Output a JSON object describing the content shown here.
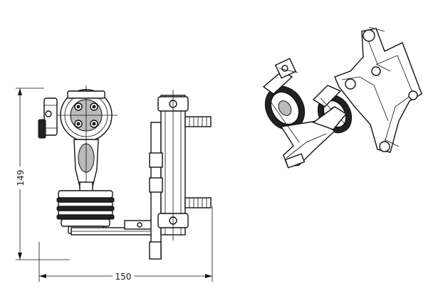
{
  "drawing": {
    "dimensions": {
      "height_label": "149",
      "width_label": "150"
    },
    "views": [
      "front-view",
      "isometric-view"
    ]
  }
}
